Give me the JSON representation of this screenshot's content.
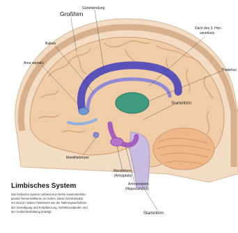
{
  "colors": {
    "skull": "#d9b08c",
    "brain_fill": "#f0cda6",
    "brain_shade": "#dba67c",
    "limbic_blue": "#5a52b8",
    "limbic_teal": "#3f9a80",
    "limbic_purple": "#a65fc0",
    "brainstem": "#c8bce0",
    "cerebellum": "#eeb888"
  },
  "labels": {
    "grosshirn": "Großhirn",
    "guertelwindung": "Gürtelwindung",
    "balken": "Balken",
    "dach_line1": "Dach des 3. Hirn-",
    "dach_line2": "ventrikels",
    "area_septalis": "Area septalis",
    "thalamus": "Thalamus",
    "stammhirn_mid": "Stammhirn",
    "mamillarkoerper": "Mamillarkörper",
    "mandelkern_line1": "Mandelkern",
    "mandelkern_line2": "(Amygdala)",
    "ammonshorn_line1": "Ammonshorn",
    "ammonshorn_line2": "(Hippocampus)",
    "stammhirn_bottom": "Stammhirn"
  },
  "info": {
    "title": "Limbisches System",
    "lines": [
      "Das limbische System umfasst eine Reihe zusammenhän-",
      "gender Nervenzellkerne im Gehirn. Diese Gehirnstruktu-",
      "ren sind an vitalen Funktionen wie der Nahrungsaufnahme,",
      "der Verteidigung und Fortpflanzung, Gefühlszuständen und",
      "der Gedächtnisbildung beteiligt."
    ]
  }
}
